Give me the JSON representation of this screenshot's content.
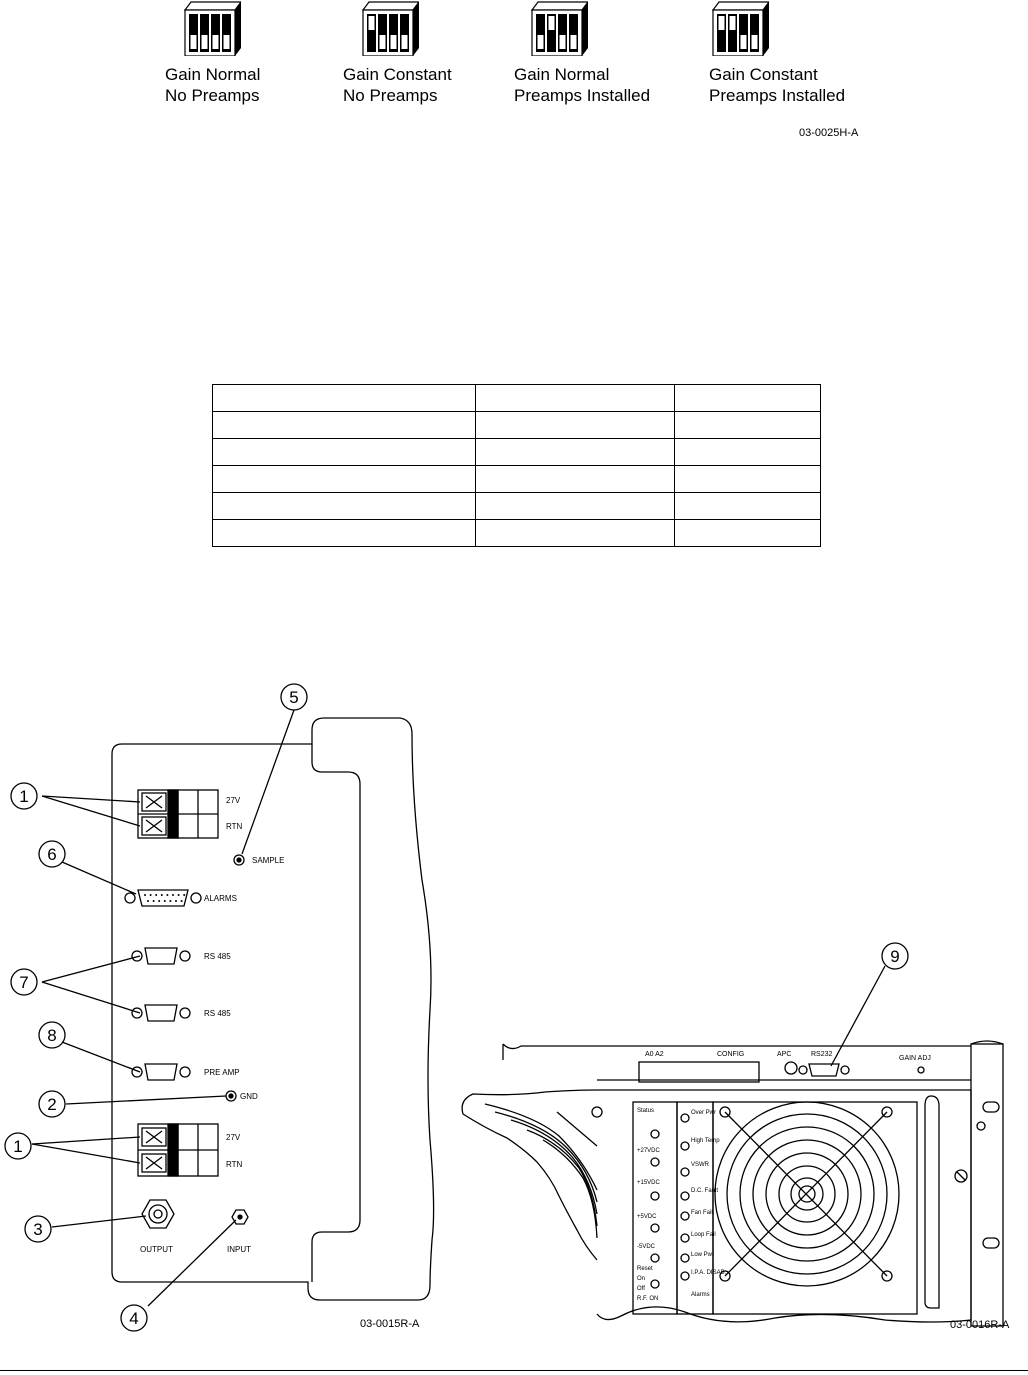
{
  "dip_switch_figure": {
    "settings": [
      {
        "line1": "Gain Normal",
        "line2": "No Preamps",
        "positions": [
          "down",
          "down",
          "down",
          "down"
        ]
      },
      {
        "line1": "Gain Constant",
        "line2": "No Preamps",
        "positions": [
          "up",
          "down",
          "down",
          "down"
        ]
      },
      {
        "line1": "Gain Normal",
        "line2": "Preamps Installed",
        "positions": [
          "down",
          "up",
          "down",
          "down"
        ]
      },
      {
        "line1": "Gain Constant",
        "line2": "Preamps Installed",
        "positions": [
          "up",
          "up",
          "down",
          "down"
        ]
      }
    ],
    "figure_id": "03-0025H-A"
  },
  "table": {
    "rows": [
      [
        "",
        "",
        ""
      ],
      [
        "",
        "",
        ""
      ],
      [
        "",
        "",
        ""
      ],
      [
        "",
        "",
        ""
      ],
      [
        "",
        "",
        ""
      ],
      [
        "",
        "",
        ""
      ]
    ]
  },
  "rear_panel_figure": {
    "labels": {
      "v27_top": "27V",
      "rtn_top": "RTN",
      "sample": "SAMPLE",
      "alarms": "ALARMS",
      "rs485_a": "RS 485",
      "rs485_b": "RS 485",
      "pre_amp": "PRE AMP",
      "gnd": "GND",
      "v27_bottom": "27V",
      "rtn_bottom": "RTN",
      "output": "OUTPUT",
      "input": "INPUT"
    },
    "callouts": [
      "1",
      "5",
      "6",
      "7",
      "8",
      "2",
      "1",
      "3",
      "4"
    ],
    "figure_id": "03-0015R-A"
  },
  "front_panel_figure": {
    "top_labels": {
      "a0a2": "A0   A2",
      "config": "CONFIG",
      "apc": "APC",
      "rs232": "RS232",
      "gain_adj": "GAIN ADJ"
    },
    "left_leds": [
      "Status",
      "+27VDC",
      "+15VDC",
      "+5VDC",
      "-5VDC",
      "Reset",
      "On",
      "Off",
      "R.F. ON"
    ],
    "right_leds": [
      "Over Pwr",
      "High Temp",
      "VSWR",
      "D.C. Fault",
      "Fan Fail",
      "Loop Fail",
      "Low Pwr",
      "I.P.A. DISAB.",
      "Alarms"
    ],
    "callout": "9",
    "figure_id": "03-0016R-A"
  }
}
